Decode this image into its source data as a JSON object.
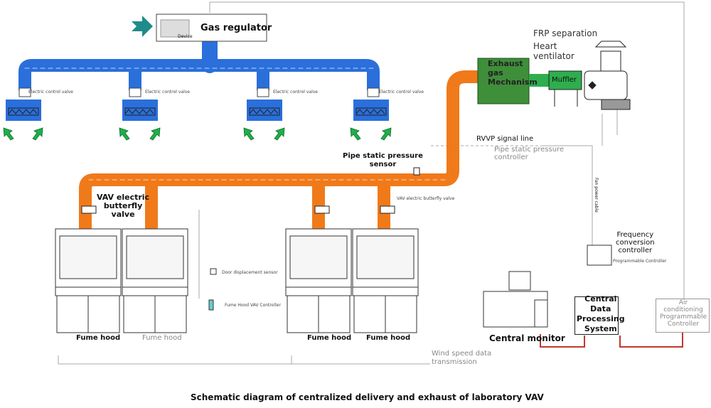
{
  "labels": {
    "gas_regulator": "Gas regulator",
    "device_tag": "Device",
    "frp_separation": "FRP separation",
    "heart_ventilator": "Heart\nventilator",
    "exhaust_gas_mechanism": "Exhaust\ngas\nMechanism",
    "muffler": "Muffler",
    "rvvp_signal_line": "RVVP signal line",
    "pipe_static_pressure_controller": "Pipe static pressure\ncontroller",
    "pipe_static_pressure_sensor": "Pipe static pressure\nsensor",
    "fan_power_cable": "Fan power cable",
    "vav_electric_butterfly_valve": "VAV electric\nbutterfly\nvalve",
    "vav_butterfly_small": "VAV electric butterfly valve",
    "electric_control_valve": "Electric control valve",
    "door_displacement_sensor": "Door displacement sensor",
    "fume_hood_vav_controller": "Fume Hood VAV Controller",
    "frequency_conversion_controller": "Frequency\nconversion\ncontroller",
    "programmable_controller": "Programmable Controller",
    "central_monitor": "Central monitor",
    "central_data_processing_system": "Central\nData\nProcessing\nSystem",
    "air_conditioning_controller": "Air\nconditioning\nProgrammable\nController",
    "wind_speed_data_transmission": "Wind speed data\ntransmission",
    "fume_hood": "Fume hood",
    "caption": "Schematic diagram of centralized delivery and exhaust of laboratory VAV"
  },
  "fume_hoods": [
    "Fume hood",
    "Fume hood",
    "Fume hood",
    "Fume hood"
  ],
  "colors": {
    "supply_duct": "#2a6fdb",
    "exhaust_duct": "#f07a1a",
    "mechanism_box": "#3e8e3a",
    "muffler": "#2eae4e",
    "signal_red": "#c0392b",
    "arrow_green": "#1fae4a",
    "arrow_teal": "#1e8c8a"
  }
}
